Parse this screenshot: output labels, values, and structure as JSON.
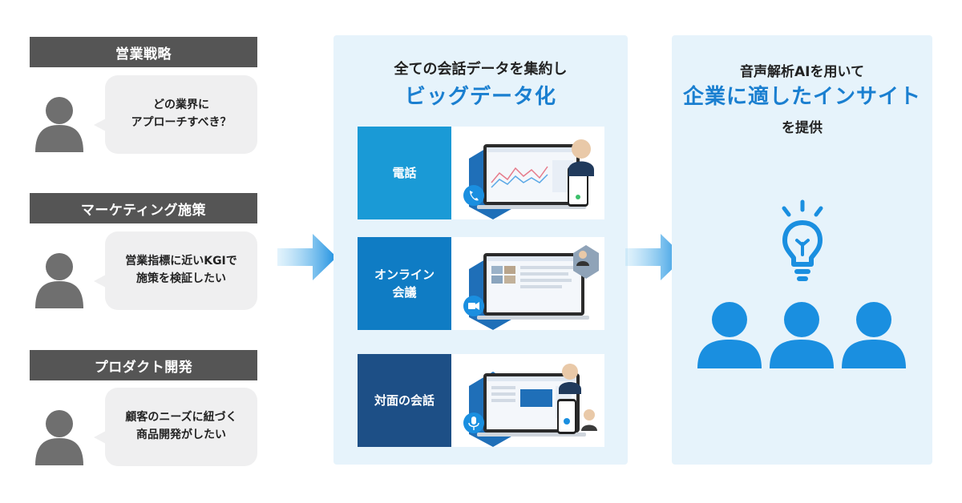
{
  "left": {
    "items": [
      {
        "heading": "営業戦略",
        "bubble_line1": "どの業界に",
        "bubble_line2": "アプローチすべき？"
      },
      {
        "heading": "マーケティング施策",
        "bubble_line1": "営業指標に近いKGIで",
        "bubble_line2": "施策を検証したい"
      },
      {
        "heading": "プロダクト開発",
        "bubble_line1": "顧客のニーズに紐づく",
        "bubble_line2": "商品開発がしたい"
      }
    ]
  },
  "middle": {
    "title_line1": "全ての会話データを集約し",
    "title_line2": "ビッグデータ化",
    "cards": [
      {
        "label_line1": "電話",
        "label_line2": "",
        "color": "#1a9ad6",
        "icon": "phone-icon"
      },
      {
        "label_line1": "オンライン",
        "label_line2": "会議",
        "color": "#0f7cc4",
        "icon": "video-camera-icon"
      },
      {
        "label_line1": "対面の会話",
        "label_line2": "",
        "color": "#1d4f86",
        "icon": "microphone-icon"
      }
    ]
  },
  "right": {
    "title_line1": "音声解析AIを用いて",
    "title_line2": "企業に適したインサイト",
    "title_line3": "を提供"
  },
  "colors": {
    "accent": "#1a7fd0",
    "panel_bg": "#e6f3fb",
    "person_gray": "#6f6f6f",
    "label_gray": "#555555",
    "icon_blue": "#1a8fe0"
  }
}
